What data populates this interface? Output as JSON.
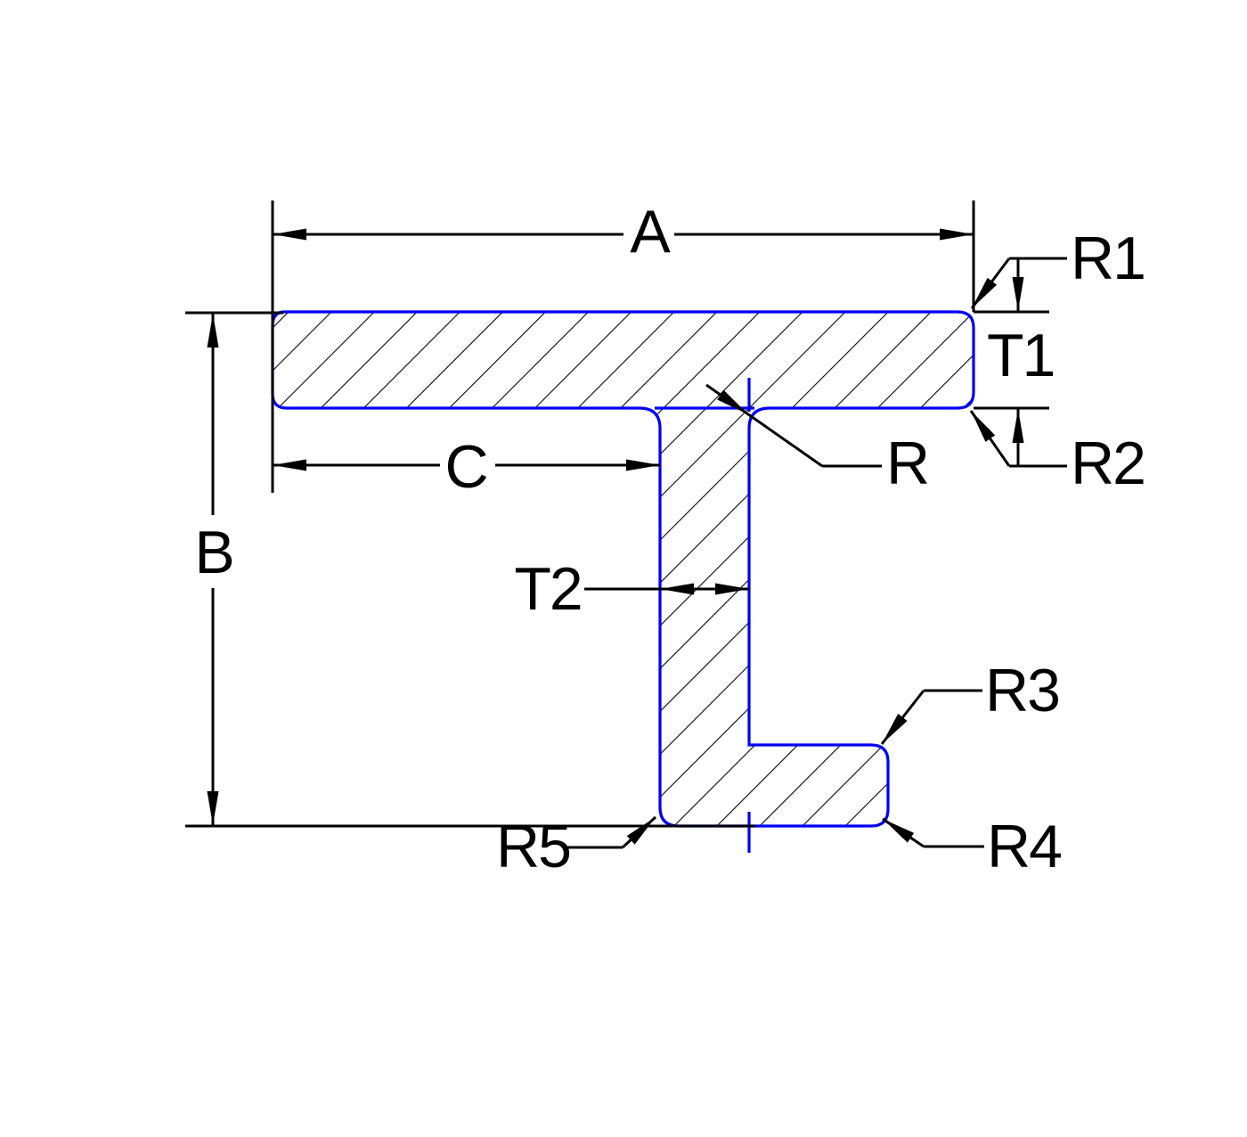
{
  "drawing": {
    "title": "T-bar extrusion cross-section dimension diagram",
    "labels": {
      "width_a": "A",
      "height_b": "B",
      "flange_segment_c": "C",
      "flange_thickness_t1": "T1",
      "web_thickness_t2": "T2",
      "fillet_r": "R",
      "radius_r1": "R1",
      "radius_r2": "R2",
      "radius_r3": "R3",
      "radius_r4": "R4",
      "radius_r5": "R5"
    },
    "colors": {
      "profile_outline": "#0000f5",
      "dimension_lines": "#000000",
      "hatch": "#0a0a0a",
      "background": "#ffffff"
    }
  }
}
